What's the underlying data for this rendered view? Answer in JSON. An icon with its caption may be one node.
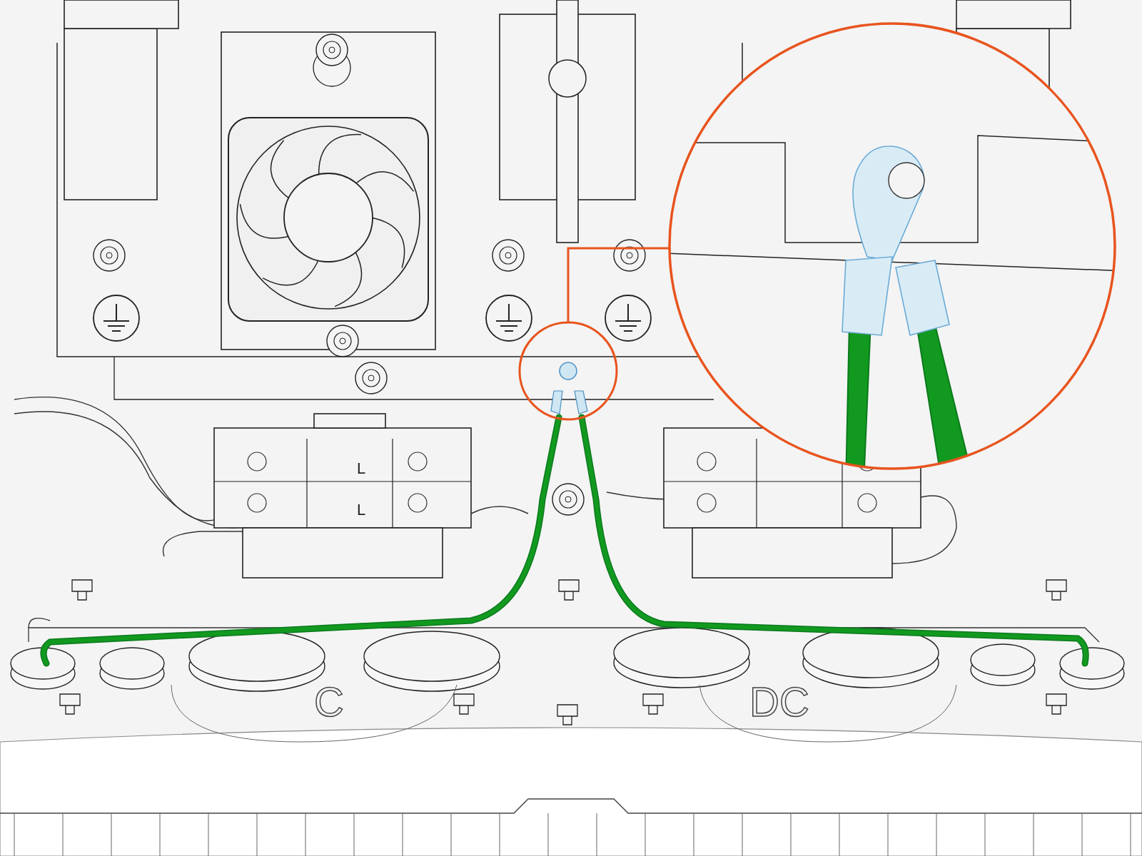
{
  "diagram": {
    "labels": [
      "L",
      "L",
      "C",
      "DC"
    ]
  }
}
